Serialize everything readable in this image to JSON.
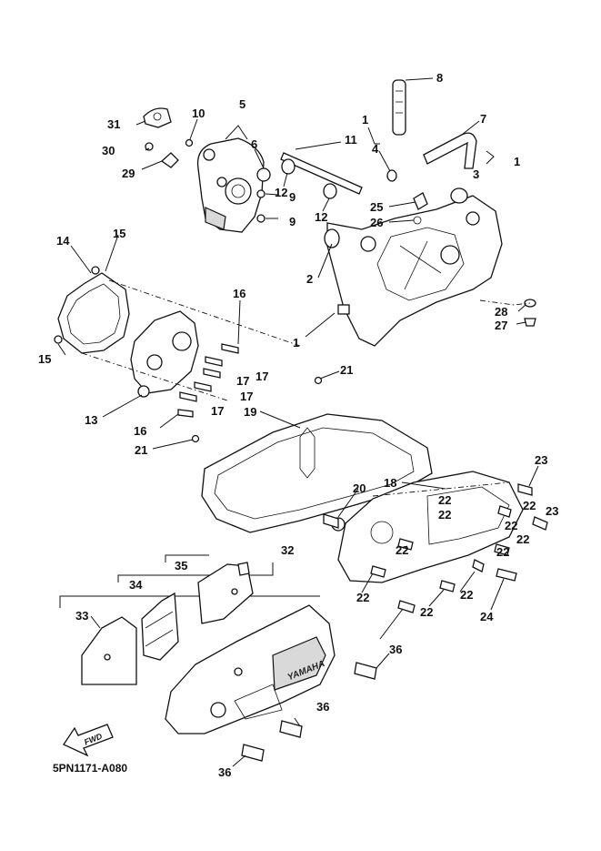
{
  "diagram": {
    "part_code": "5PN1171-A080",
    "fwd_label": "FWD",
    "brand_label": "YAMAHA",
    "callouts": {
      "c1a": "1",
      "c1b": "1",
      "c1c": "1",
      "c2": "2",
      "c3": "3",
      "c4": "4",
      "c5": "5",
      "c6": "6",
      "c7": "7",
      "c8": "8",
      "c9a": "9",
      "c9b": "9",
      "c10": "10",
      "c11": "11",
      "c12a": "12",
      "c12b": "12",
      "c13": "13",
      "c14": "14",
      "c15a": "15",
      "c15b": "15",
      "c16a": "16",
      "c16b": "16",
      "c17a": "17",
      "c17b": "17",
      "c17c": "17",
      "c17d": "17",
      "c18": "18",
      "c19": "19",
      "c20": "20",
      "c21a": "21",
      "c21b": "21",
      "c22a": "22",
      "c22b": "22",
      "c22c": "22",
      "c22d": "22",
      "c22e": "22",
      "c22f": "22",
      "c22g": "22",
      "c22h": "22",
      "c22i": "22",
      "c22j": "22",
      "c23a": "23",
      "c23b": "23",
      "c24": "24",
      "c25": "25",
      "c26": "26",
      "c27": "27",
      "c28": "28",
      "c29": "29",
      "c30": "30",
      "c31": "31",
      "c32": "32",
      "c33": "33",
      "c34": "34",
      "c35": "35",
      "c36a": "36",
      "c36b": "36",
      "c36c": "36"
    }
  }
}
